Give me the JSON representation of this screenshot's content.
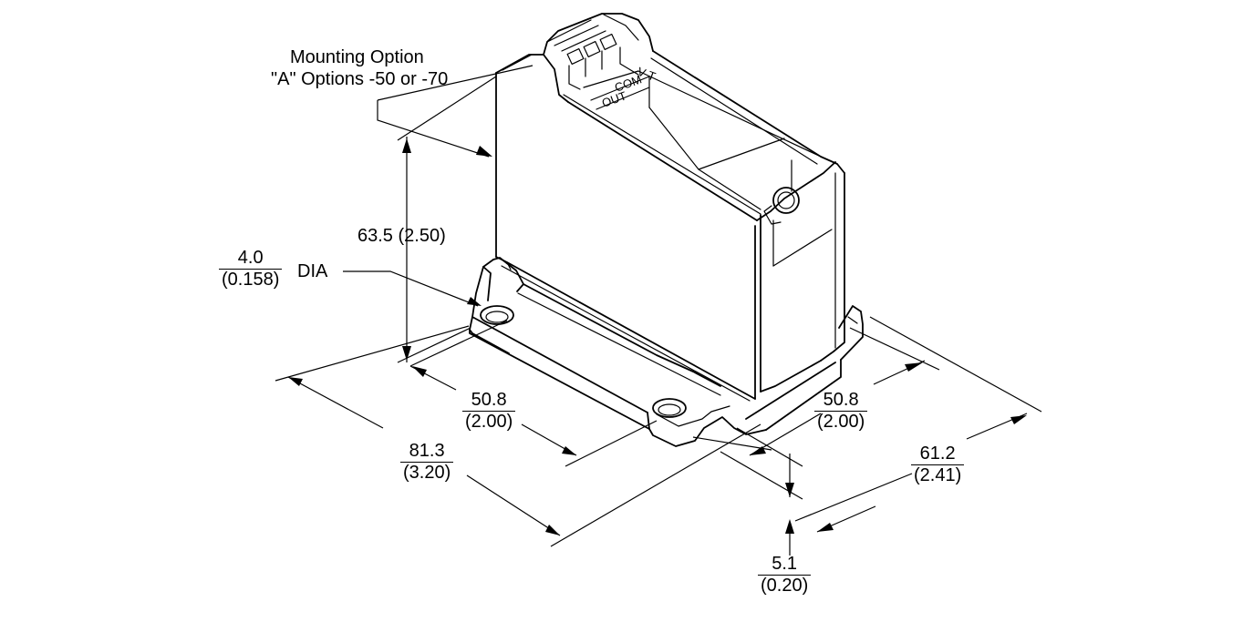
{
  "callouts": {
    "mounting_option": {
      "line1": "Mounting Option",
      "line2": "\"A\" Options -50 or -70"
    },
    "hole": {
      "numerator": "4.0",
      "denominator": "(0.158)",
      "suffix": "DIA"
    },
    "height": {
      "label": "63.5 (2.50)"
    },
    "hole_spacing_left": {
      "numerator": "50.8",
      "denominator": "(2.00)"
    },
    "hole_spacing_right": {
      "numerator": "50.8",
      "denominator": "(2.00)"
    },
    "overall_length": {
      "numerator": "81.3",
      "denominator": "(3.20)"
    },
    "overall_width": {
      "numerator": "61.2",
      "denominator": "(2.41)"
    },
    "base_thickness": {
      "numerator": "5.1",
      "denominator": "(0.20)"
    }
  },
  "terminals": {
    "vt": "V T",
    "com": "COM",
    "out": "OUT"
  }
}
